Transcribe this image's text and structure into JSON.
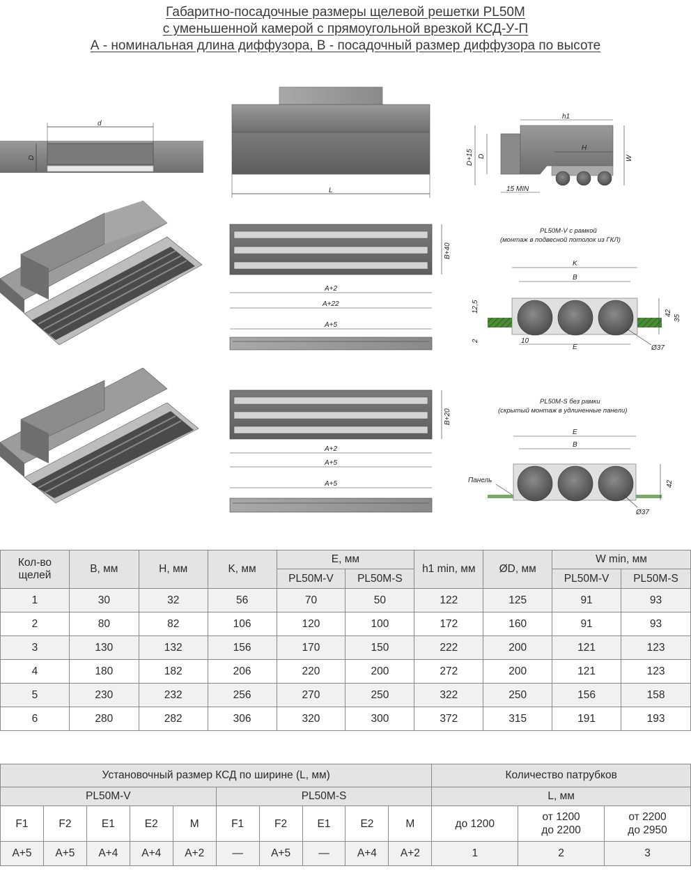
{
  "title": {
    "line1": "Габаритно-посадочные размеры щелевой решетки PL50M",
    "line2": "с уменьшенной камерой с прямоугольной врезкой КСД-У-П",
    "line3": "А - номинальная длина диффузора, В - посадочный размер диффузора по высоте"
  },
  "drawings": {
    "labels": {
      "d": "d",
      "D": "D",
      "L": "L",
      "h1": "h1",
      "H": "H",
      "W": "W",
      "D15": "D+15",
      "min15": "15 MIN",
      "B40": "B+40",
      "B20": "B+20",
      "A2": "A+2",
      "A22": "A+22",
      "A5": "A+5",
      "K": "K",
      "B": "B",
      "E": "E",
      "d125": "12,5",
      "d2": "2",
      "d10": "10",
      "d42": "42",
      "d35": "35",
      "d37": "Ø37",
      "panel": "Панель"
    },
    "caption_v_1": "PL50M-V с рамкой",
    "caption_v_2": "(монтаж в подвесной потолок из ГКЛ)",
    "caption_s_1": "PL50M-S без рамки",
    "caption_s_2": "(скрытый монтаж в удлиненные панели)"
  },
  "table1": {
    "headers": {
      "count": "Кол-во щелей",
      "b": "B, мм",
      "h": "H, мм",
      "k": "K, мм",
      "e": "E, мм",
      "e_v": "PL50M-V",
      "e_s": "PL50M-S",
      "h1": "h1 min, мм",
      "od": "ØD, мм",
      "w": "W min, мм",
      "w_v": "PL50M-V",
      "w_s": "PL50M-S"
    },
    "rows": [
      [
        "1",
        "30",
        "32",
        "56",
        "70",
        "50",
        "122",
        "125",
        "91",
        "93"
      ],
      [
        "2",
        "80",
        "82",
        "106",
        "120",
        "100",
        "172",
        "160",
        "91",
        "93"
      ],
      [
        "3",
        "130",
        "132",
        "156",
        "170",
        "150",
        "222",
        "200",
        "121",
        "123"
      ],
      [
        "4",
        "180",
        "182",
        "206",
        "220",
        "200",
        "272",
        "200",
        "121",
        "123"
      ],
      [
        "5",
        "230",
        "232",
        "256",
        "270",
        "250",
        "322",
        "250",
        "156",
        "158"
      ],
      [
        "6",
        "280",
        "282",
        "306",
        "320",
        "300",
        "372",
        "315",
        "191",
        "193"
      ]
    ]
  },
  "table2": {
    "header_left": "Установочный размер КСД по ширине (L, мм)",
    "header_right": "Количество патрубков",
    "group_v": "PL50M-V",
    "group_s": "PL50M-S",
    "l_unit": "L, мм",
    "cols_v": [
      "F1",
      "F2",
      "E1",
      "E2",
      "M"
    ],
    "cols_s": [
      "F1",
      "F2",
      "E1",
      "E2",
      "M"
    ],
    "range1": "до 1200",
    "range2a": "от 1200",
    "range2b": "до 2200",
    "range3a": "от 2200",
    "range3b": "до 2950",
    "values_v": [
      "A+5",
      "A+5",
      "A+4",
      "A+4",
      "A+2"
    ],
    "values_s": [
      "—",
      "A+5",
      "—",
      "A+4",
      "A+2"
    ],
    "counts": [
      "1",
      "2",
      "3"
    ]
  }
}
